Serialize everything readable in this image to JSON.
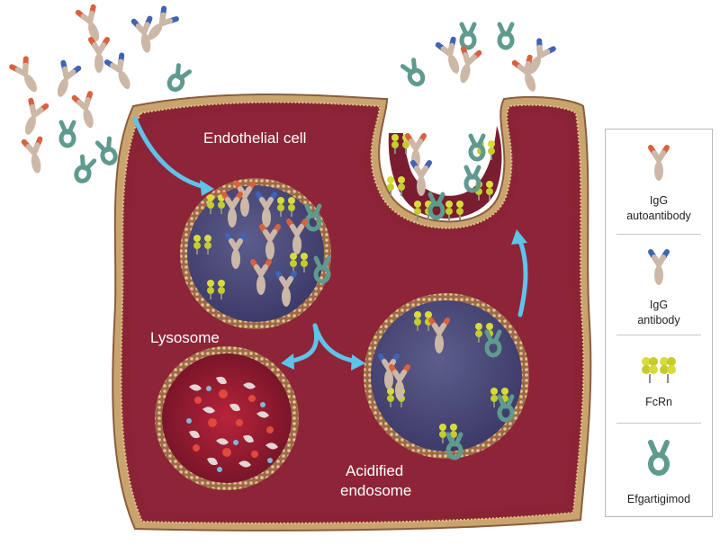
{
  "labels": {
    "endothelial_cell": "Endothelial cell",
    "lysosome": "Lysosome",
    "acidified_line1": "Acidified",
    "acidified_line2": "endosome"
  },
  "legend": {
    "items": [
      {
        "icon": "igg-autoantibody-icon",
        "line1": "IgG",
        "line2": "autoantibody"
      },
      {
        "icon": "igg-antibody-icon",
        "line1": "IgG",
        "line2": "antibody"
      },
      {
        "icon": "fcrn-icon",
        "line1": "FcRn",
        "line2": ""
      },
      {
        "icon": "efgartigimod-icon",
        "line1": "Efgartigimod",
        "line2": ""
      }
    ]
  },
  "colors": {
    "cytoplasm": "#8e2437",
    "membrane": "#c9a46e",
    "endosome_lumen": "#4f4f7e",
    "arrow": "#5fc3ea",
    "autoantibody_tip": "#d8613f",
    "antibody_tip": "#3f63b5",
    "antibody_body": "#cdb8a8",
    "fcrn": "#d8dc3a",
    "efgartigimod": "#5f9a8e"
  }
}
